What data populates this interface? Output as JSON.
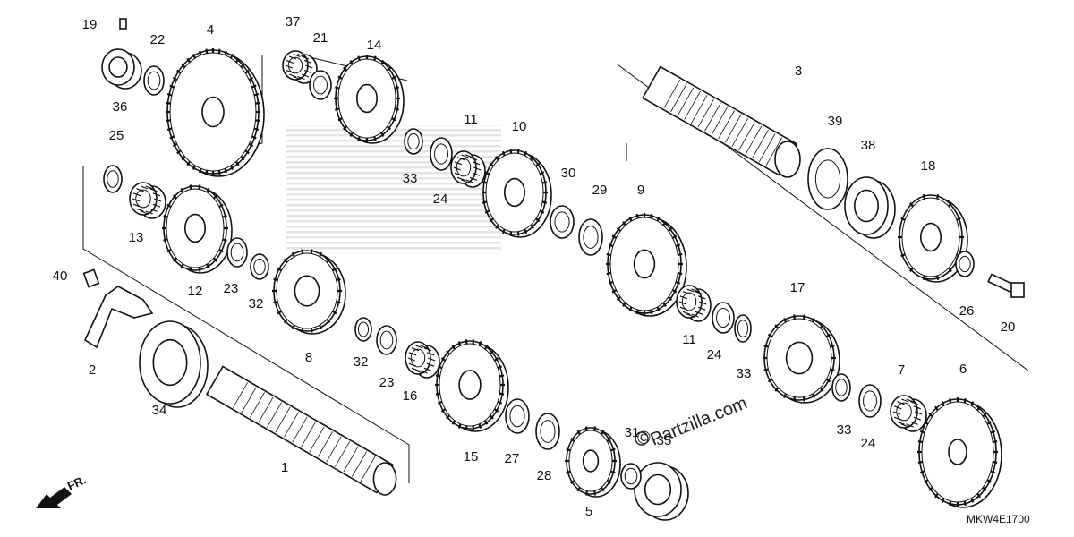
{
  "diagram_code": "MKW4E1700",
  "watermark": "Partzilla.com",
  "direction_label": "FR.",
  "callouts": [
    "1",
    "2",
    "3",
    "4",
    "5",
    "6",
    "7",
    "8",
    "9",
    "10",
    "11",
    "11",
    "12",
    "13",
    "14",
    "15",
    "16",
    "17",
    "18",
    "19",
    "20",
    "21",
    "22",
    "23",
    "23",
    "24",
    "24",
    "24",
    "25",
    "26",
    "27",
    "28",
    "29",
    "30",
    "31",
    "32",
    "32",
    "33",
    "33",
    "33",
    "34",
    "35",
    "36",
    "37",
    "38",
    "39",
    "40"
  ]
}
